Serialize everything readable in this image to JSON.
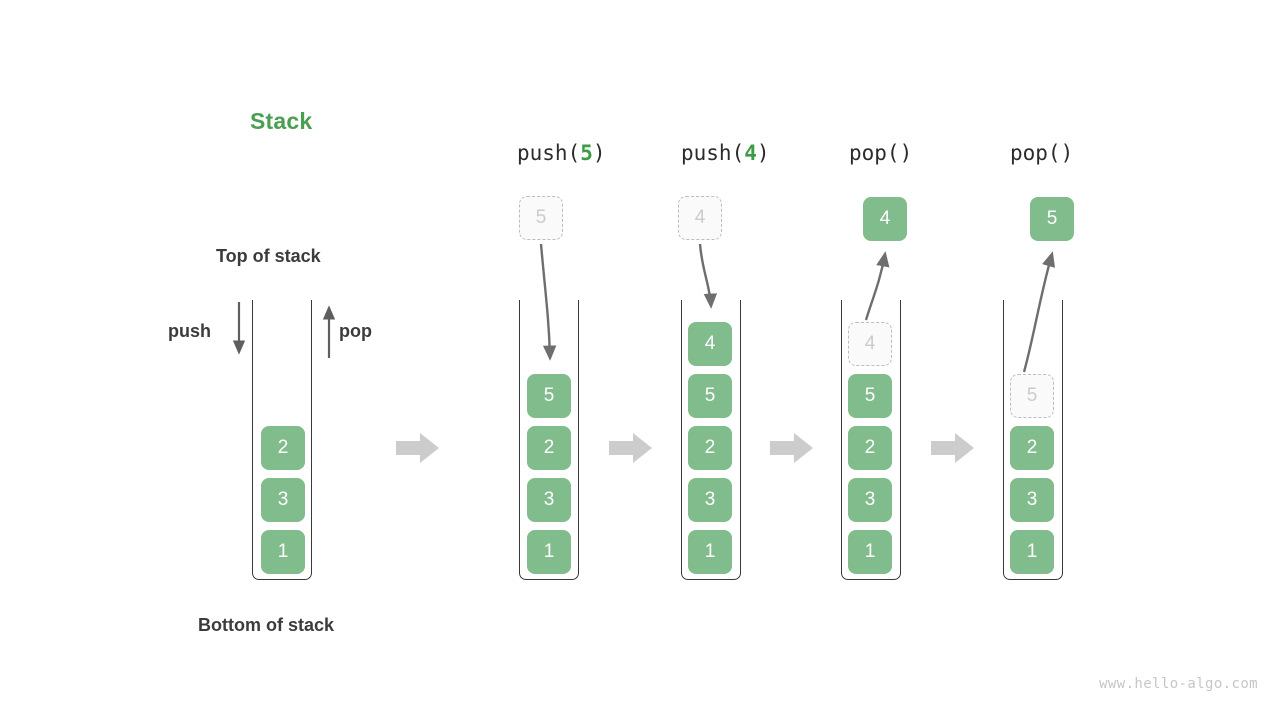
{
  "title": {
    "text": "Stack",
    "color": "#4A9E52"
  },
  "annotations": {
    "top_of_stack": "Top of stack",
    "bottom_of_stack": "Bottom of stack",
    "push_label": "push",
    "pop_label": "pop"
  },
  "colors": {
    "cell_fill": "#81BC8C",
    "cell_text": "#FFFFFF",
    "ghost_fill": "#FAFAFA",
    "ghost_border": "#BDBDBD",
    "ghost_text": "#CBCBCB",
    "container_border": "#3A3A3A",
    "flow_arrow": "#CCCCCC",
    "curve_arrow": "#6E6E6E",
    "label_text": "#3C3C3C",
    "accent_green": "#3E9B46"
  },
  "icons": {
    "flow_arrow": "right-block-arrow-icon",
    "push_arrow": "down-arrow-icon",
    "pop_arrow": "up-arrow-icon"
  },
  "panels": [
    {
      "id": "initial",
      "caption_prefix": "",
      "caption_arg": "",
      "caption_suffix": "",
      "cells": [
        "2",
        "3",
        "1"
      ],
      "floating": null
    },
    {
      "id": "push-5",
      "caption_prefix": "push(",
      "caption_arg": "5",
      "caption_suffix": ")",
      "cells": [
        "5",
        "2",
        "3",
        "1"
      ],
      "floating": {
        "value": "5",
        "style": "ghost",
        "position": "above"
      }
    },
    {
      "id": "push-4",
      "caption_prefix": "push(",
      "caption_arg": "4",
      "caption_suffix": ")",
      "cells": [
        "4",
        "5",
        "2",
        "3",
        "1"
      ],
      "floating": {
        "value": "4",
        "style": "ghost",
        "position": "above"
      }
    },
    {
      "id": "pop-1",
      "caption_prefix": "pop(",
      "caption_arg": "",
      "caption_suffix": ")",
      "cells": [
        "4",
        "5",
        "2",
        "3",
        "1"
      ],
      "ghost_index": 0,
      "floating": {
        "value": "4",
        "style": "filled",
        "position": "above"
      }
    },
    {
      "id": "pop-2",
      "caption_prefix": "pop(",
      "caption_arg": "",
      "caption_suffix": ")",
      "cells": [
        "5",
        "2",
        "3",
        "1"
      ],
      "ghost_index": 0,
      "floating": {
        "value": "5",
        "style": "filled",
        "position": "above"
      }
    }
  ],
  "watermark": "www.hello-algo.com"
}
